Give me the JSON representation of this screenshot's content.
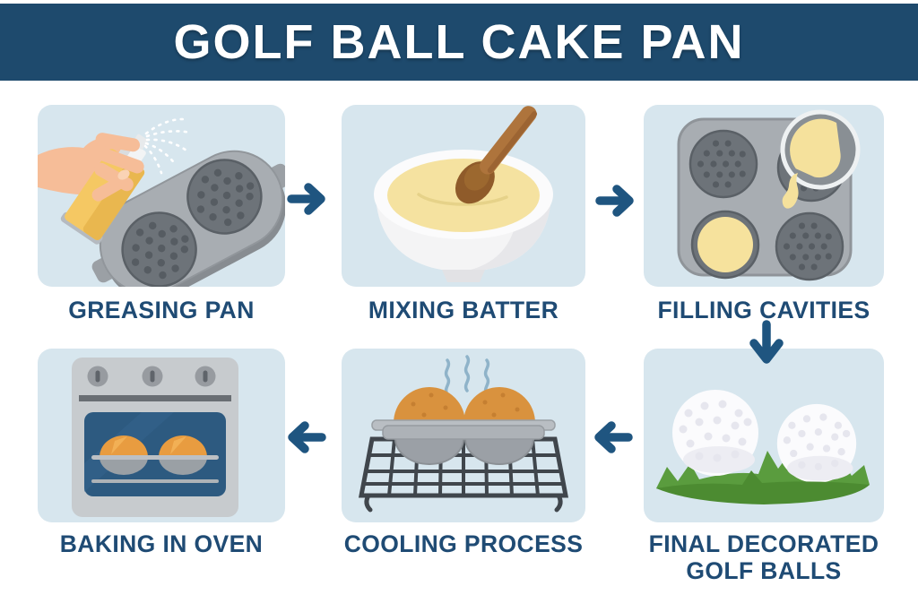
{
  "title": "GOLF BALL CAKE PAN",
  "colors": {
    "page_bg": "#ffffff",
    "header_bg": "#1e4a6d",
    "header_text": "#ffffff",
    "panel_bg": "#d7e6ee",
    "label_text": "#1f4b74",
    "arrow": "#1f5580"
  },
  "steps": [
    {
      "label": "GREASING PAN",
      "icon": "spray-can-greasing-golf-ball-pan"
    },
    {
      "label": "MIXING BATTER",
      "icon": "bowl-of-batter-with-wooden-spoon"
    },
    {
      "label": "FILLING CAVITIES",
      "icon": "pouring-batter-into-pan-cavities"
    },
    {
      "label": "FINAL DECORATED GOLF BALLS",
      "icon": "two-golf-ball-cakes-on-grass"
    },
    {
      "label": "COOLING PROCESS",
      "icon": "cakes-cooling-on-wire-rack"
    },
    {
      "label": "BAKING IN OVEN",
      "icon": "oven-with-two-cakes-inside"
    }
  ],
  "arrows": [
    {
      "from": "GREASING PAN",
      "to": "MIXING BATTER",
      "direction": "right"
    },
    {
      "from": "MIXING BATTER",
      "to": "FILLING CAVITIES",
      "direction": "right"
    },
    {
      "from": "FILLING CAVITIES",
      "to": "FINAL DECORATED GOLF BALLS",
      "direction": "down"
    },
    {
      "from": "FINAL DECORATED GOLF BALLS",
      "to": "COOLING PROCESS",
      "direction": "left"
    },
    {
      "from": "COOLING PROCESS",
      "to": "BAKING IN OVEN",
      "direction": "left"
    }
  ]
}
